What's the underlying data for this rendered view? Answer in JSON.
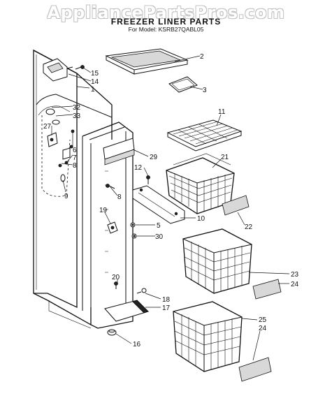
{
  "watermark": "AppliancePartsPros.com",
  "header": {
    "title": "FREEZER LINER PARTS",
    "model": "For Model: KSRB27QABL05"
  },
  "callouts": [
    "2",
    "3",
    "15",
    "14",
    "1",
    "32",
    "33",
    "27",
    "6",
    "7",
    "8",
    "9",
    "11",
    "21",
    "29",
    "12",
    "8",
    "10",
    "22",
    "19",
    "5",
    "30",
    "23",
    "24",
    "20",
    "18",
    "17",
    "25",
    "24",
    "16"
  ]
}
